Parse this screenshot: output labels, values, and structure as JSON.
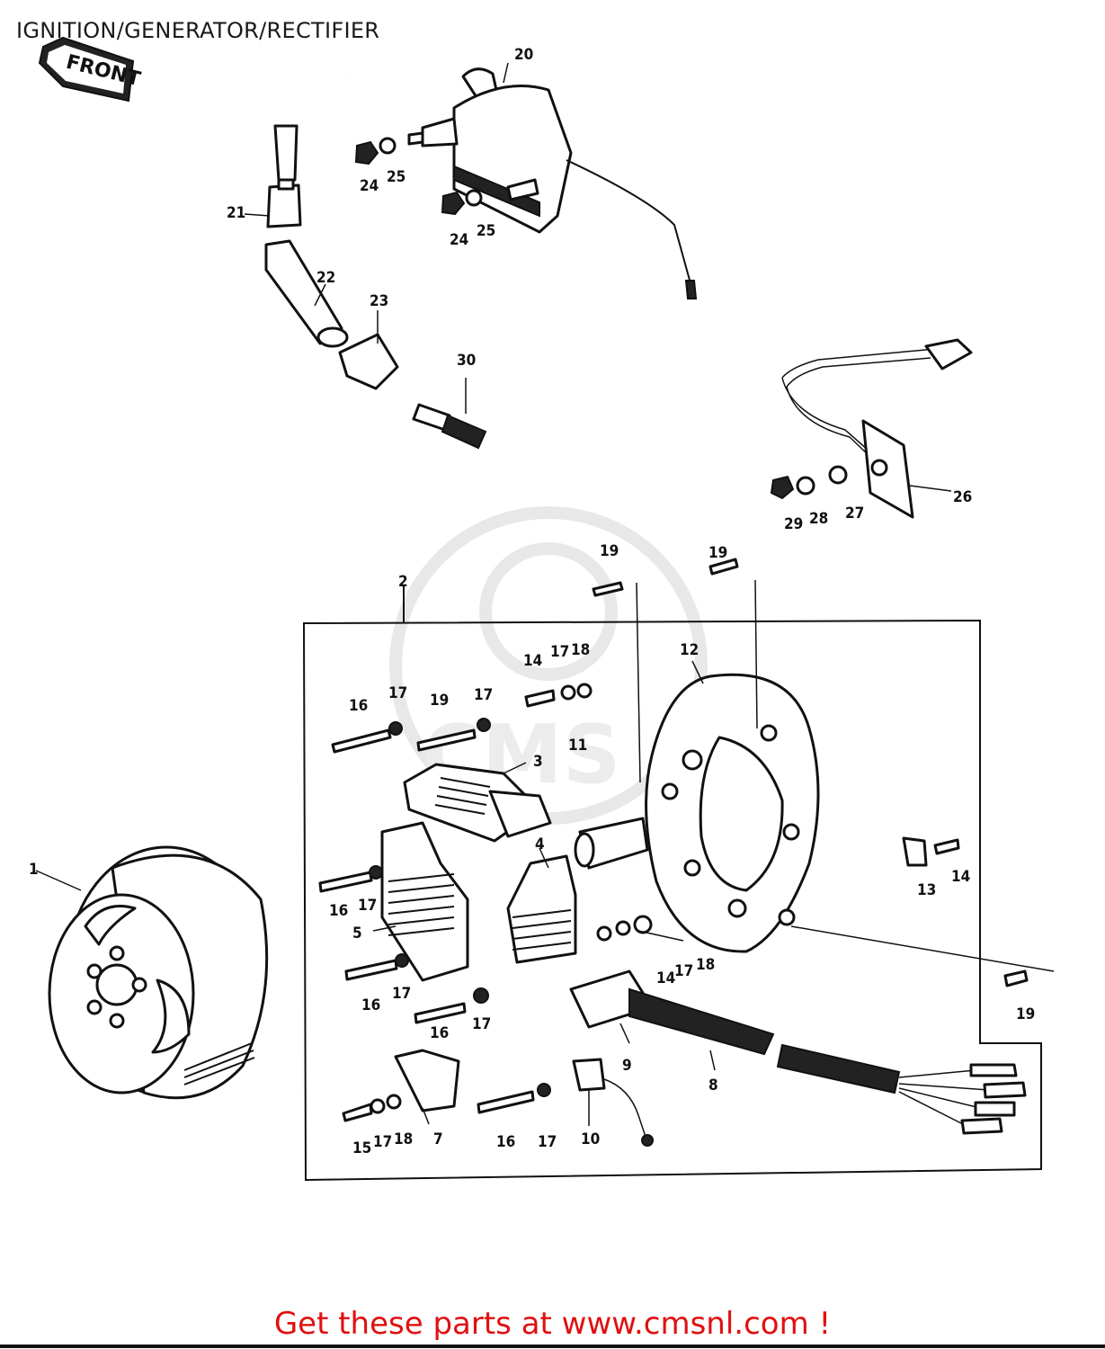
{
  "page_title": "IGNITION/GENERATOR/RECTIFIER",
  "front_tag": "FRONT",
  "footer_link": "Get these parts at www.cmsnl.com !",
  "watermark_text": "CMS",
  "callouts": {
    "c1": "1",
    "c2": "2",
    "c3": "3",
    "c4": "4",
    "c5": "5",
    "c7": "7",
    "c8": "8",
    "c9": "9",
    "c10": "10",
    "c11": "11",
    "c12": "12",
    "c13": "13",
    "c14a": "14",
    "c14b": "14",
    "c14c": "14",
    "c15": "15",
    "c16a": "16",
    "c16b": "16",
    "c16c": "16",
    "c16d": "16",
    "c16e": "16",
    "c17a": "17",
    "c17b": "17",
    "c17c": "17",
    "c17d": "17",
    "c17e": "17",
    "c17f": "17",
    "c17g": "17",
    "c17h": "17",
    "c17i": "17",
    "c18a": "18",
    "c18b": "18",
    "c18c": "18",
    "c19a": "19",
    "c19b": "19",
    "c19c": "19",
    "c19d": "19",
    "c20": "20",
    "c21": "21",
    "c22": "22",
    "c23": "23",
    "c24a": "24",
    "c24b": "24",
    "c25a": "25",
    "c25b": "25",
    "c26": "26",
    "c27": "27",
    "c28": "28",
    "c29": "29",
    "c30": "30"
  }
}
